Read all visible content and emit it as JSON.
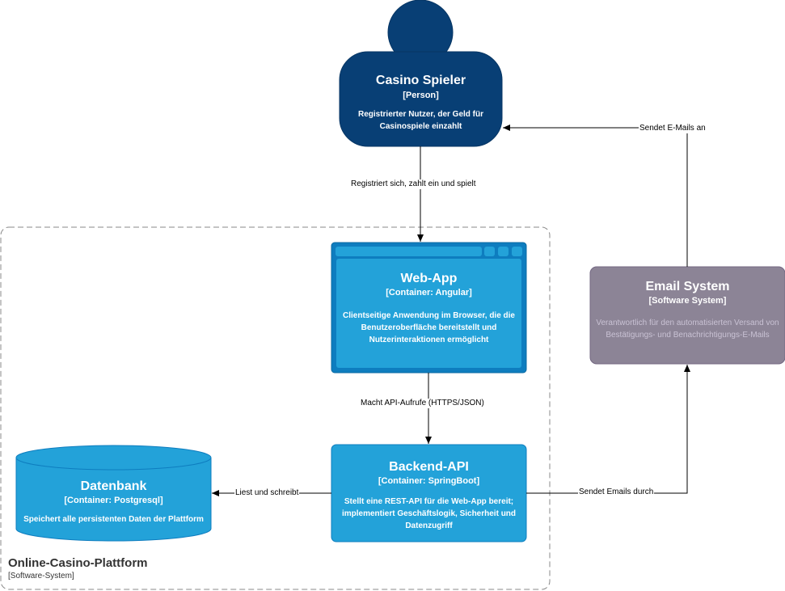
{
  "colors": {
    "person": "#083f75",
    "container": "#23a2d9",
    "container_border": "#0e7dbf",
    "external": "#8c8496",
    "external_border": "#736782",
    "boundary": "#888888",
    "edge": "#000000"
  },
  "person": {
    "title": "Casino Spieler",
    "type": "[Person]",
    "description": "Registrierter Nutzer, der Geld für Casinospiele einzahlt"
  },
  "webapp": {
    "title": "Web-App",
    "type": "[Container: Angular]",
    "description": "Clientseitige Anwendung im Browser, die die Benutzeroberfläche bereitstellt und Nutzerinteraktionen ermöglicht"
  },
  "backend": {
    "title": "Backend-API",
    "type": "[Container: SpringBoot]",
    "description": "Stellt eine REST-API für die Web-App bereit; implementiert Geschäftslogik, Sicherheit und Datenzugriff"
  },
  "database": {
    "title": "Datenbank",
    "type": "[Container: Postgresql]",
    "description": "Speichert alle persistenten Daten der Plattform"
  },
  "email": {
    "title": "Email System",
    "type": "[Software System]",
    "description": "Verantwortlich für den automatisierten Versand von Bestätigungs- und Benachrichtigungs-E-Mails"
  },
  "boundary": {
    "title": "Online-Casino-Plattform",
    "type": "[Software-System]"
  },
  "edges": {
    "person_to_webapp": "Registriert sich, zahlt ein und spielt",
    "webapp_to_backend": "Macht API-Aufrufe (HTTPS/JSON)",
    "backend_to_database": "Liest und schreibt",
    "backend_to_email": "Sendet Emails durch",
    "email_to_person": "Sendet E-Mails an"
  }
}
